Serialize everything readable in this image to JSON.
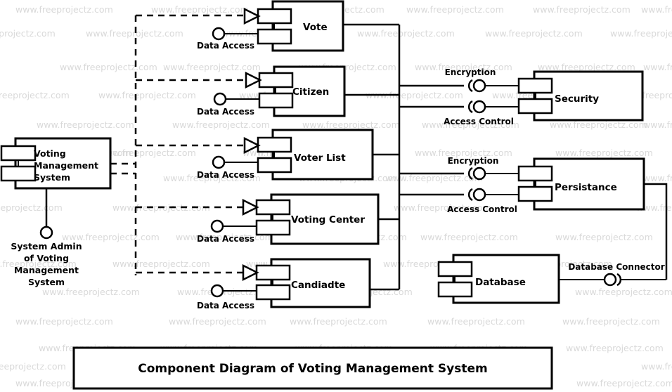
{
  "diagram": {
    "title": "Component Diagram of Voting Management System",
    "system_component": {
      "name": "Voting Management System",
      "actor": "System Admin of Voting Management System",
      "actor_lines": [
        "System Admin",
        "of Voting",
        "Management",
        "System"
      ]
    },
    "entity_components": [
      {
        "name": "Vote",
        "required_interface": "Data Access"
      },
      {
        "name": "Citizen",
        "required_interface": "Data Access"
      },
      {
        "name": "Voter List",
        "required_interface": "Data Access"
      },
      {
        "name": "Voting Center",
        "required_interface": "Data Access"
      },
      {
        "name": "Candiadte",
        "required_interface": "Data Access"
      }
    ],
    "service_components": [
      {
        "name": "Security",
        "interfaces": [
          "Encryption",
          "Access Control"
        ]
      },
      {
        "name": "Persistance",
        "interfaces": [
          "Encryption",
          "Access Control"
        ]
      }
    ],
    "data_components": [
      {
        "name": "Database",
        "connector": "Database Connector"
      }
    ],
    "colors": {
      "stroke": "#000000",
      "fill": "#ffffff",
      "watermark": "#d9d9d9"
    }
  },
  "watermark": {
    "text": "www.freeprojectz.com"
  }
}
